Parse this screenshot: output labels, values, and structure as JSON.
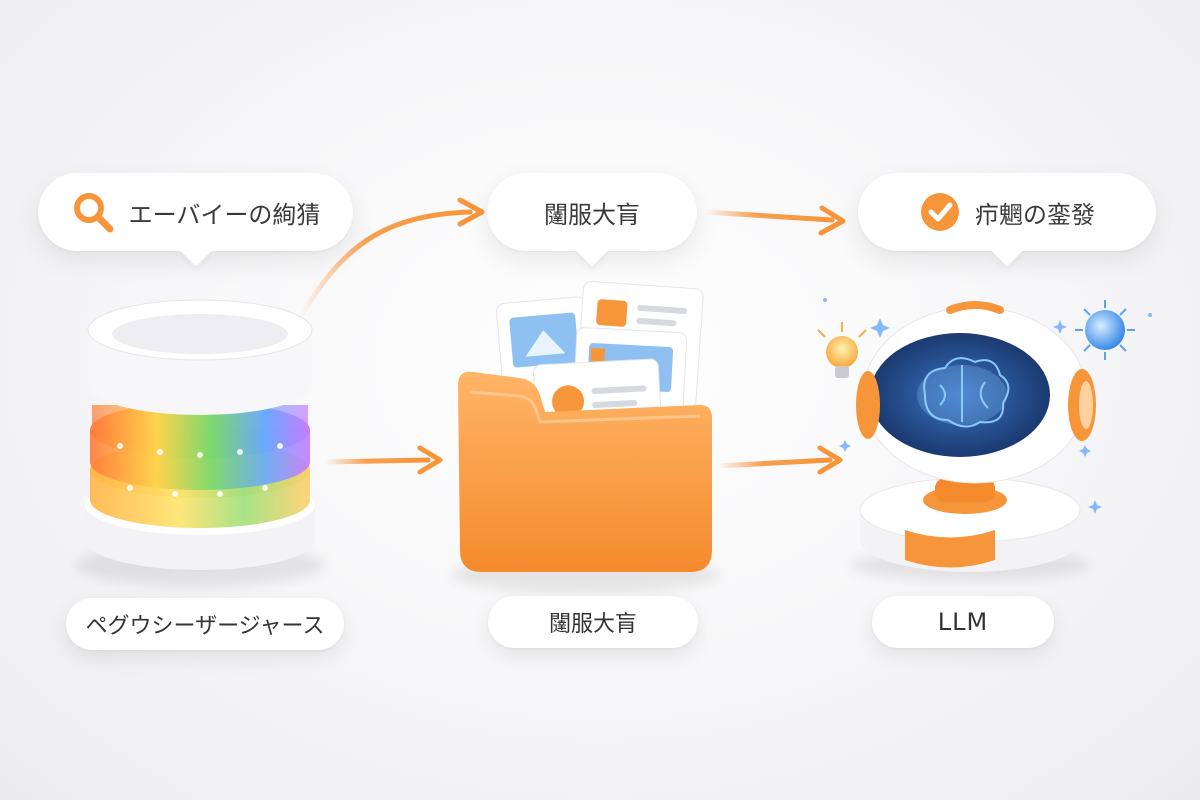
{
  "steps": [
    {
      "bubble_text": "エーバイーの絢猜",
      "bubble_icon": "search-icon",
      "label": "ペグウシーザージャース",
      "illustration": "database-icon"
    },
    {
      "bubble_text": "闥服大肓",
      "label": "闥服大肓",
      "illustration": "document-folder-icon"
    },
    {
      "bubble_text": "疖魍の銮發",
      "bubble_icon": "check-circle-icon",
      "label": "LLM",
      "illustration": "robot-icon"
    }
  ],
  "colors": {
    "accent": "#f7953a",
    "accent_light": "#ffb56a",
    "robot_visor": "#1f3f7a",
    "brain_glow": "#8fd0ff"
  }
}
